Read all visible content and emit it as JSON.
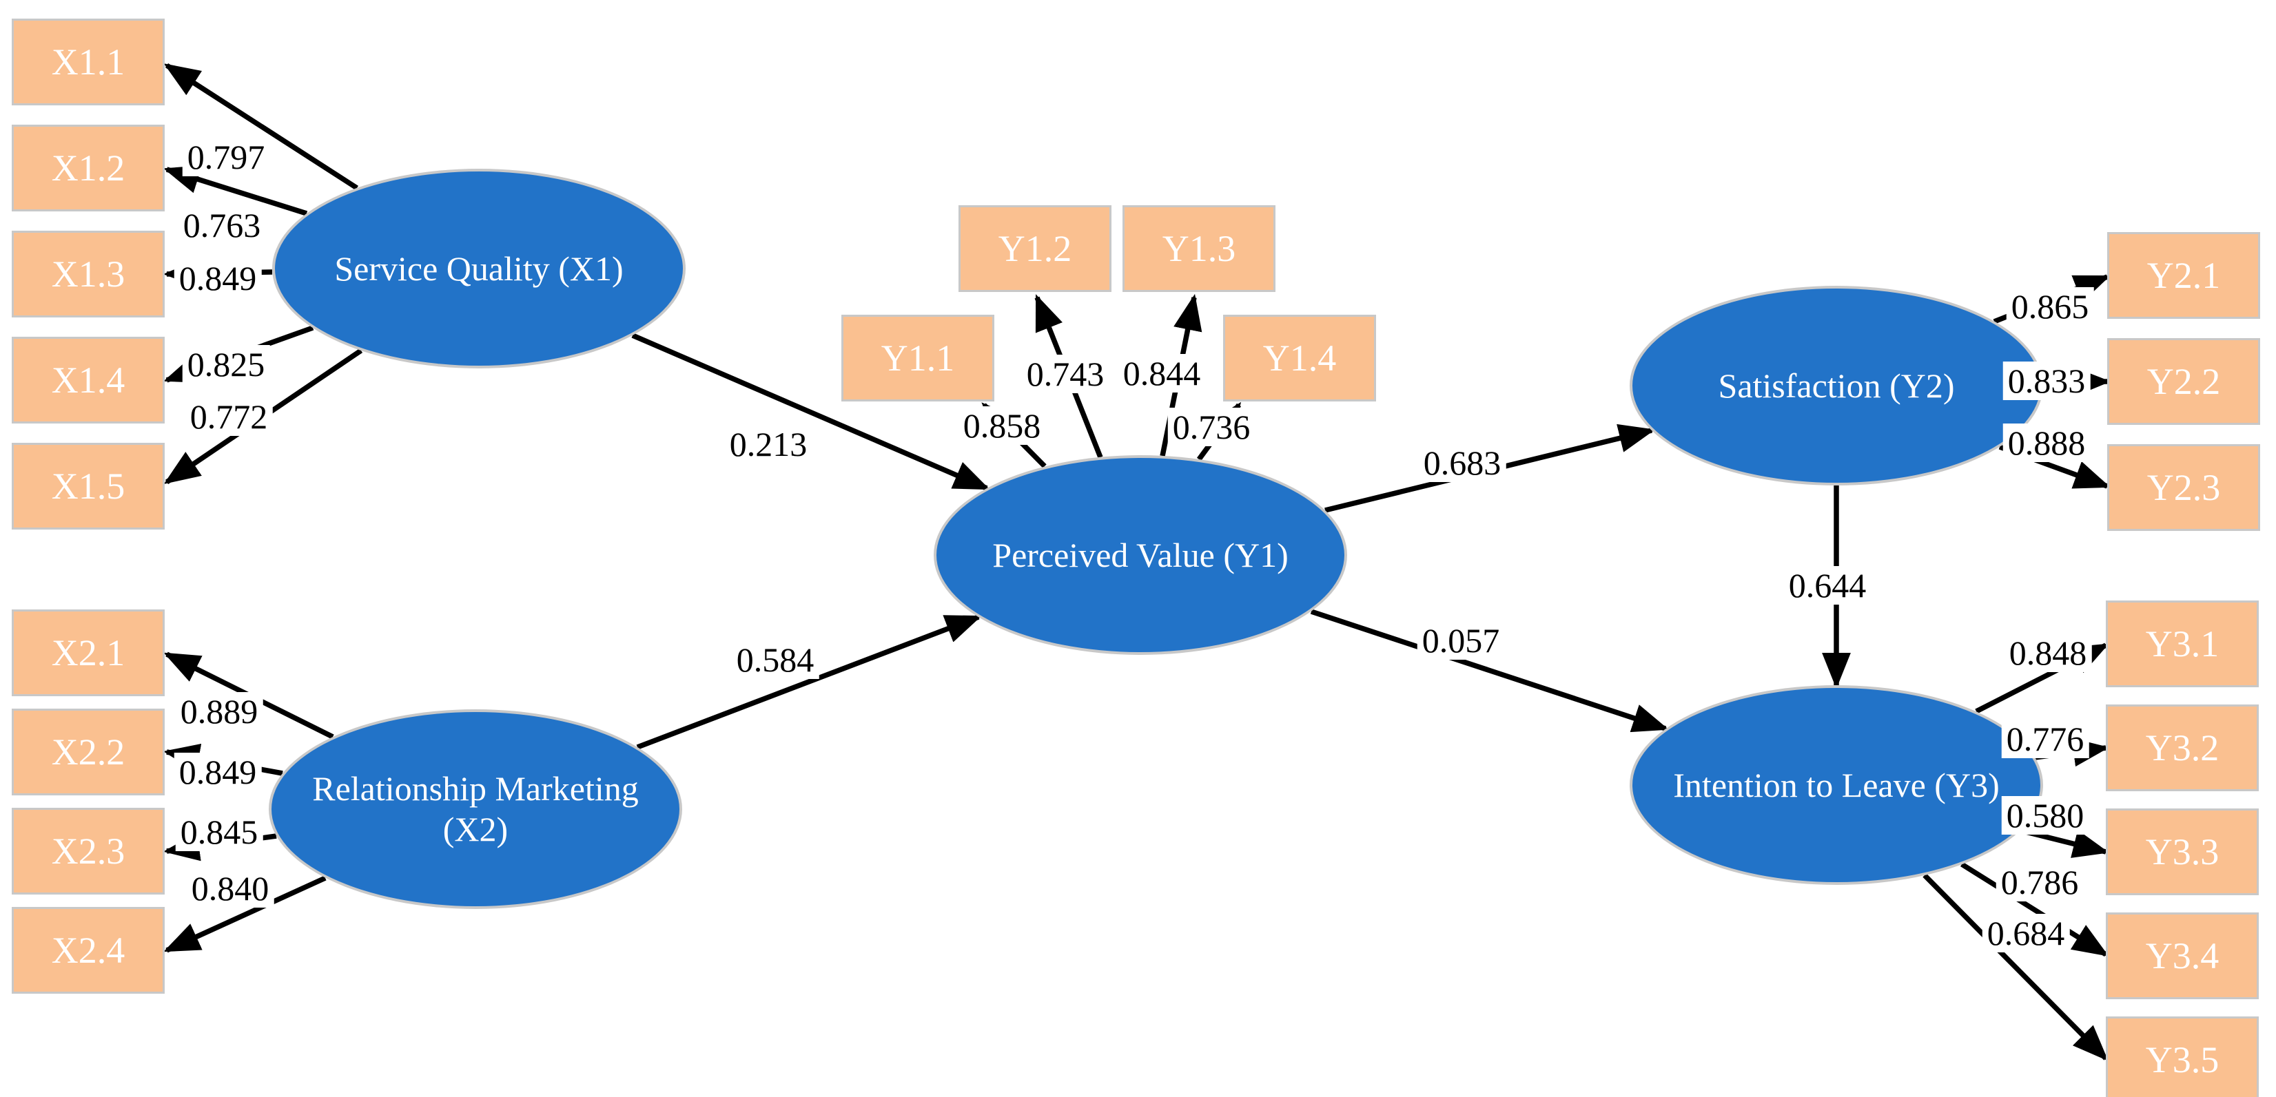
{
  "diagram_type": "PLS-SEM path model",
  "latent_variables": [
    {
      "id": "X1",
      "label": "Service Quality (X1)"
    },
    {
      "id": "X2",
      "label": "Relationship Marketing (X2)"
    },
    {
      "id": "Y1",
      "label": "Perceived Value (Y1)"
    },
    {
      "id": "Y2",
      "label": "Satisfaction (Y2)"
    },
    {
      "id": "Y3",
      "label": "Intention to Leave (Y3)"
    }
  ],
  "measurement": [
    {
      "construct": "Service Quality (X1)",
      "items": [
        {
          "indicator": "X1.1",
          "loading": "0.797"
        },
        {
          "indicator": "X1.2",
          "loading": "0.763"
        },
        {
          "indicator": "X1.3",
          "loading": "0.849"
        },
        {
          "indicator": "X1.4",
          "loading": "0.825"
        },
        {
          "indicator": "X1.5",
          "loading": "0.772"
        }
      ]
    },
    {
      "construct": "Relationship Marketing (X2)",
      "items": [
        {
          "indicator": "X2.1",
          "loading": "0.889"
        },
        {
          "indicator": "X2.2",
          "loading": "0.849"
        },
        {
          "indicator": "X2.3",
          "loading": "0.845"
        },
        {
          "indicator": "X2.4",
          "loading": "0.840"
        }
      ]
    },
    {
      "construct": "Perceived Value (Y1)",
      "items": [
        {
          "indicator": "Y1.1",
          "loading": "0.858"
        },
        {
          "indicator": "Y1.2",
          "loading": "0.743"
        },
        {
          "indicator": "Y1.3",
          "loading": "0.844"
        },
        {
          "indicator": "Y1.4",
          "loading": "0.736"
        }
      ]
    },
    {
      "construct": "Satisfaction (Y2)",
      "items": [
        {
          "indicator": "Y2.1",
          "loading": "0.865"
        },
        {
          "indicator": "Y2.2",
          "loading": "0.833"
        },
        {
          "indicator": "Y2.3",
          "loading": "0.888"
        }
      ]
    },
    {
      "construct": "Intention to Leave (Y3)",
      "items": [
        {
          "indicator": "Y3.1",
          "loading": "0.848"
        },
        {
          "indicator": "Y3.2",
          "loading": "0.776"
        },
        {
          "indicator": "Y3.3",
          "loading": "0.580"
        },
        {
          "indicator": "Y3.4",
          "loading": "0.786"
        },
        {
          "indicator": "Y3.5",
          "loading": "0.684"
        }
      ]
    }
  ],
  "structural": [
    {
      "from": "Service Quality (X1)",
      "to": "Perceived Value (Y1)",
      "coefficient": "0.213"
    },
    {
      "from": "Relationship Marketing (X2)",
      "to": "Perceived Value (Y1)",
      "coefficient": "0.584"
    },
    {
      "from": "Perceived Value (Y1)",
      "to": "Satisfaction (Y2)",
      "coefficient": "0.683"
    },
    {
      "from": "Perceived Value (Y1)",
      "to": "Intention to Leave (Y3)",
      "coefficient": "0.057"
    },
    {
      "from": "Satisfaction (Y2)",
      "to": "Intention to Leave (Y3)",
      "coefficient": "0.644"
    }
  ],
  "colors": {
    "latent_fill": "#2273C8",
    "indicator_fill": "#FAC090",
    "shape_border": "#C8C8C8",
    "arrow": "#000000",
    "shape_text": "#FFFFFF",
    "value_text": "#000000",
    "background": "#FFFFFF"
  }
}
